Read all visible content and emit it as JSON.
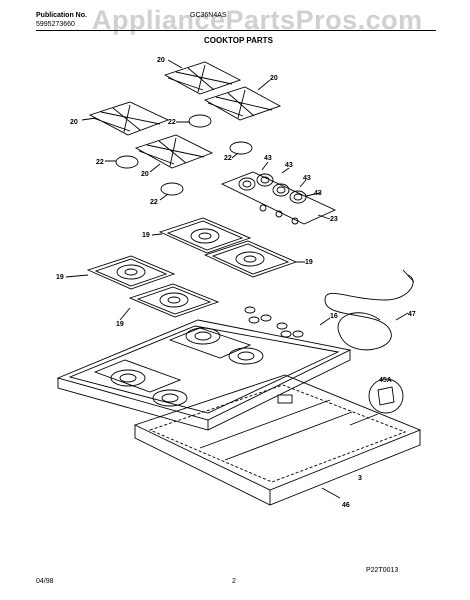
{
  "header": {
    "publication_label": "Publication No.",
    "publication_number": "5995273660",
    "model_number": "GC36N4AS",
    "section_title": "COOKTOP PARTS"
  },
  "watermark": "AppliancePartsPros.com",
  "callouts": {
    "c20": "20",
    "c22": "22",
    "c43": "43",
    "c23": "23",
    "c19": "19",
    "c16": "16",
    "c47": "47",
    "c45A": "45A",
    "c3": "3",
    "c46": "46"
  },
  "footer": {
    "figure_id": "P22T0013",
    "date": "04/98",
    "page_number": "2"
  }
}
